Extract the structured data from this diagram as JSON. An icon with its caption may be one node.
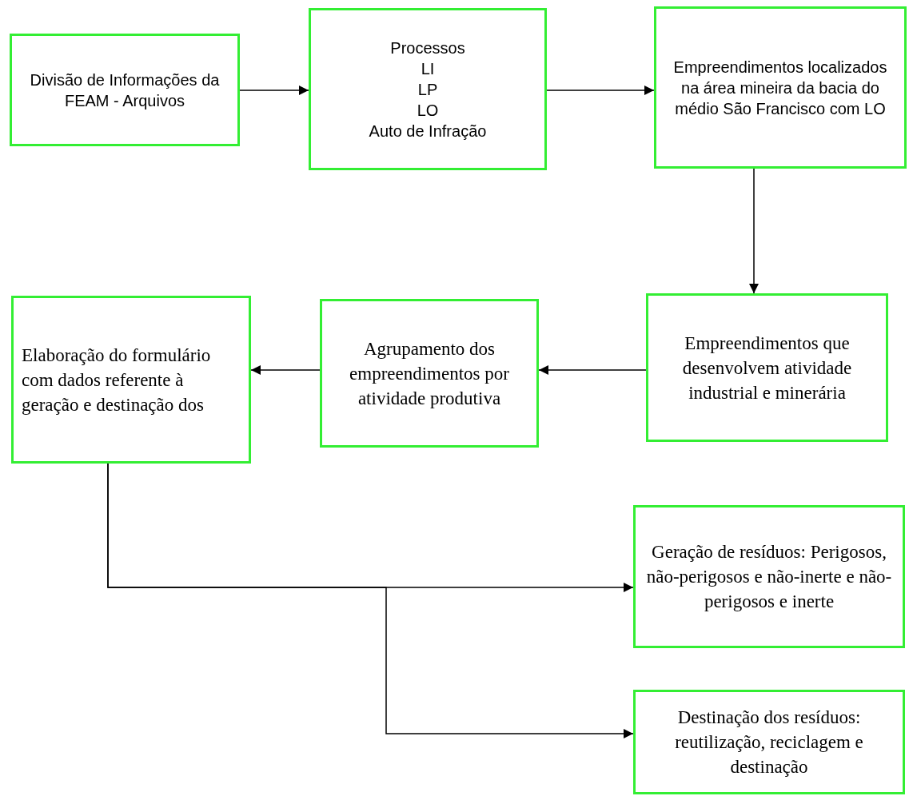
{
  "diagram": {
    "nodes": [
      {
        "text": [
          "Divisão de Informações da FEAM - Arquivos"
        ]
      },
      {
        "text": [
          "Processos",
          "LI",
          "LP",
          "LO",
          "Auto de Infração"
        ]
      },
      {
        "text": [
          "Empreendimentos localizados na área mineira da bacia do médio São Francisco com LO"
        ]
      },
      {
        "text": [
          "Empreendimentos que desenvolvem atividade industrial e minerária"
        ]
      },
      {
        "text": [
          "Agrupamento dos empreendimentos por atividade produtiva"
        ]
      },
      {
        "text": [
          "Elaboração do formulário com dados referente à geração e destinação dos"
        ]
      },
      {
        "text": [
          "Geração de resíduos: Perigosos, não-perigosos e não-inerte e não-perigosos e inerte"
        ]
      },
      {
        "text": [
          "Destinação dos resíduos: reutilização, reciclagem e destinação"
        ]
      }
    ],
    "edges": [
      {
        "from": 0,
        "to": 1,
        "arrow": "to"
      },
      {
        "from": 1,
        "to": 2,
        "arrow": "to"
      },
      {
        "from": 2,
        "to": 3,
        "arrow": "to"
      },
      {
        "from": 3,
        "to": 4,
        "arrow": "to"
      },
      {
        "from": 4,
        "to": 5,
        "arrow": "to"
      },
      {
        "from": 5,
        "to": 6,
        "arrow": "to"
      },
      {
        "from": 5,
        "to": 7,
        "arrow": "to"
      }
    ]
  }
}
